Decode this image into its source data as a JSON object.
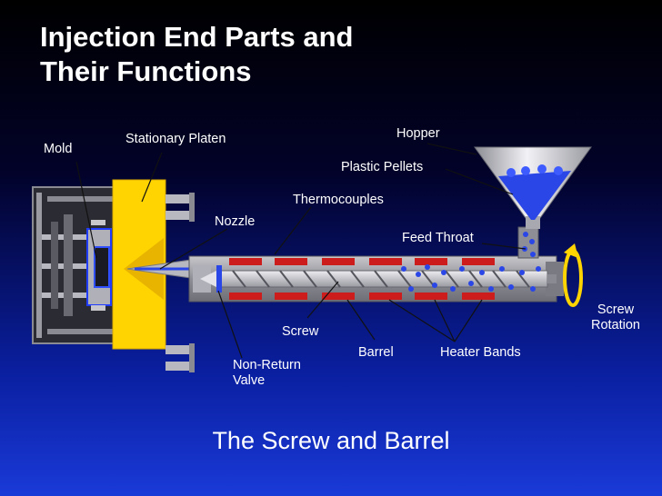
{
  "title_line1": "Injection End Parts and",
  "title_line2": "Their Functions",
  "caption": "The Screw and Barrel",
  "labels": {
    "mold": "Mold",
    "stationary_platen": "Stationary Platen",
    "hopper": "Hopper",
    "plastic_pellets": "Plastic Pellets",
    "thermocouples": "Thermocouples",
    "nozzle": "Nozzle",
    "feed_throat": "Feed Throat",
    "screw_rotation_line1": "Screw",
    "screw_rotation_line2": "Rotation",
    "screw": "Screw",
    "barrel": "Barrel",
    "heater_bands": "Heater Bands",
    "non_return_line1": "Non-Return",
    "non_return_line2": "Valve"
  },
  "colors": {
    "platen_yellow": "#ffd400",
    "barrel_gray": "#9a9aa2",
    "heater_red": "#cc1c1c",
    "pellet_blue": "#2a46e6"
  }
}
